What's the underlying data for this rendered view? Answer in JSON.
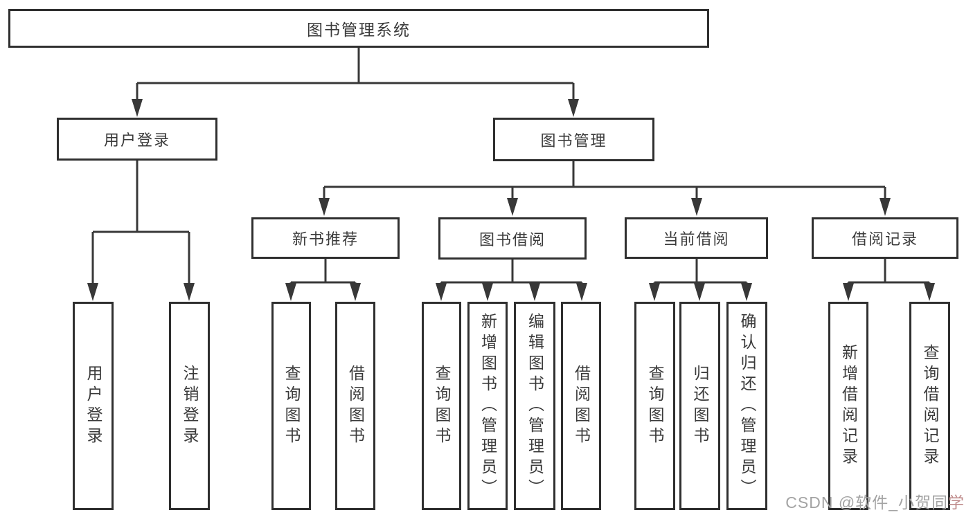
{
  "tree": {
    "root": {
      "label": "图书管理系统",
      "children": [
        {
          "label": "用户登录",
          "children": [
            {
              "label": "用户登录"
            },
            {
              "label": "注销登录"
            }
          ]
        },
        {
          "label": "图书管理",
          "children": [
            {
              "label": "新书推荐",
              "children": [
                {
                  "label": "查询图书"
                },
                {
                  "label": "借阅图书"
                }
              ]
            },
            {
              "label": "图书借阅",
              "children": [
                {
                  "label": "查询图书"
                },
                {
                  "label": "新增图书（管理员）"
                },
                {
                  "label": "编辑图书（管理员）"
                },
                {
                  "label": "借阅图书"
                }
              ]
            },
            {
              "label": "当前借阅",
              "children": [
                {
                  "label": "查询图书"
                },
                {
                  "label": "归还图书"
                },
                {
                  "label": "确认归还（管理员）"
                }
              ]
            },
            {
              "label": "借阅记录",
              "children": [
                {
                  "label": "新增借阅记录"
                },
                {
                  "label": "查询借阅记录"
                }
              ]
            }
          ]
        }
      ]
    }
  },
  "watermark": {
    "main": "CSDN @软件_小贺同",
    "accent": "学"
  },
  "colors": {
    "line": "#383838",
    "box_border": "#2f2f2f",
    "text": "#3a3a3a",
    "watermark": "#a3a3a3",
    "watermark_accent": "#bf8b8b",
    "background": "#ffffff"
  }
}
